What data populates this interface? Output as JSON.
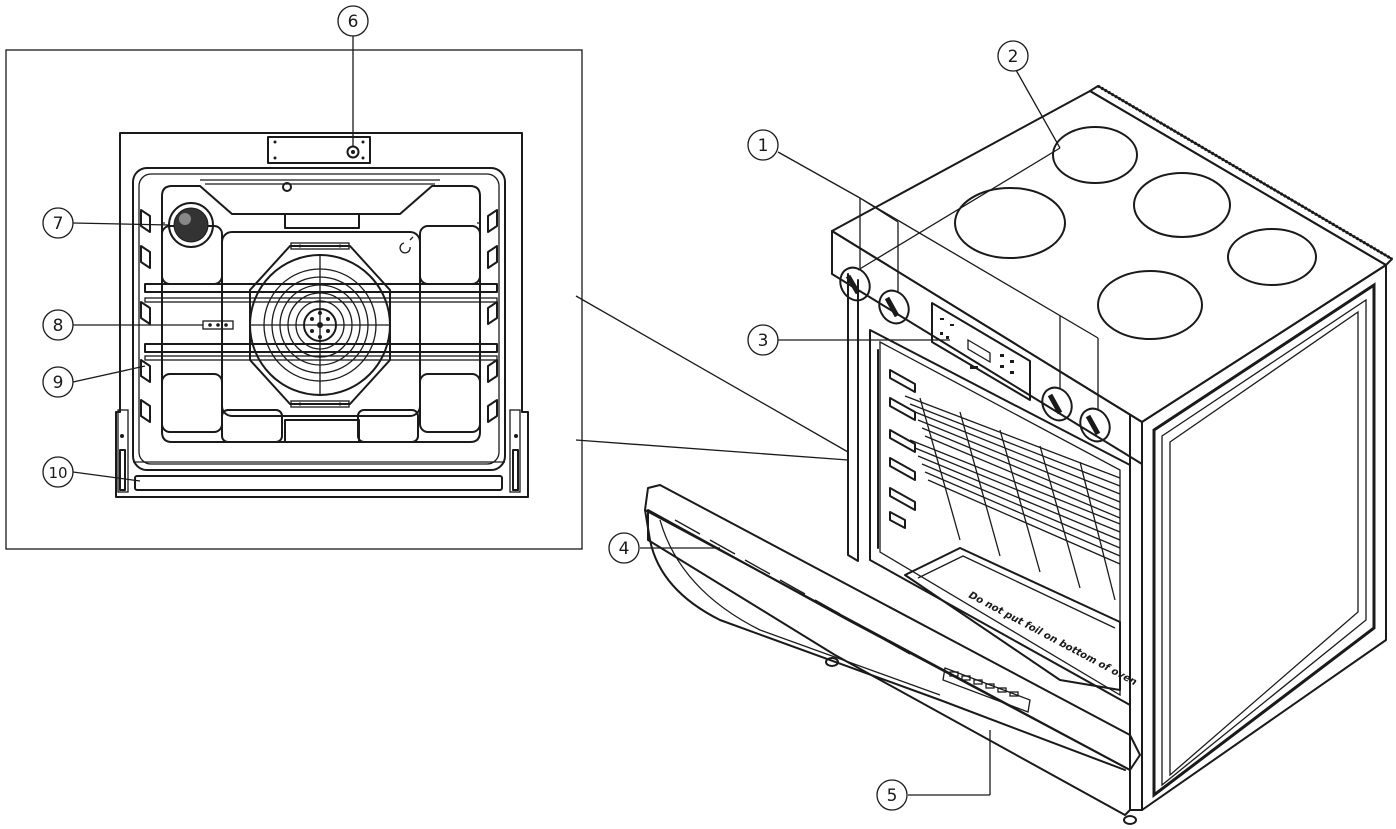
{
  "callouts": [
    {
      "id": "1",
      "label": "1"
    },
    {
      "id": "2",
      "label": "2"
    },
    {
      "id": "3",
      "label": "3"
    },
    {
      "id": "4",
      "label": "4"
    },
    {
      "id": "5",
      "label": "5"
    },
    {
      "id": "6",
      "label": "6"
    },
    {
      "id": "7",
      "label": "7"
    },
    {
      "id": "8",
      "label": "8"
    },
    {
      "id": "9",
      "label": "9"
    },
    {
      "id": "10",
      "label": "10"
    }
  ],
  "oven_floor_warning": "Do not put foil on bottom of oven"
}
